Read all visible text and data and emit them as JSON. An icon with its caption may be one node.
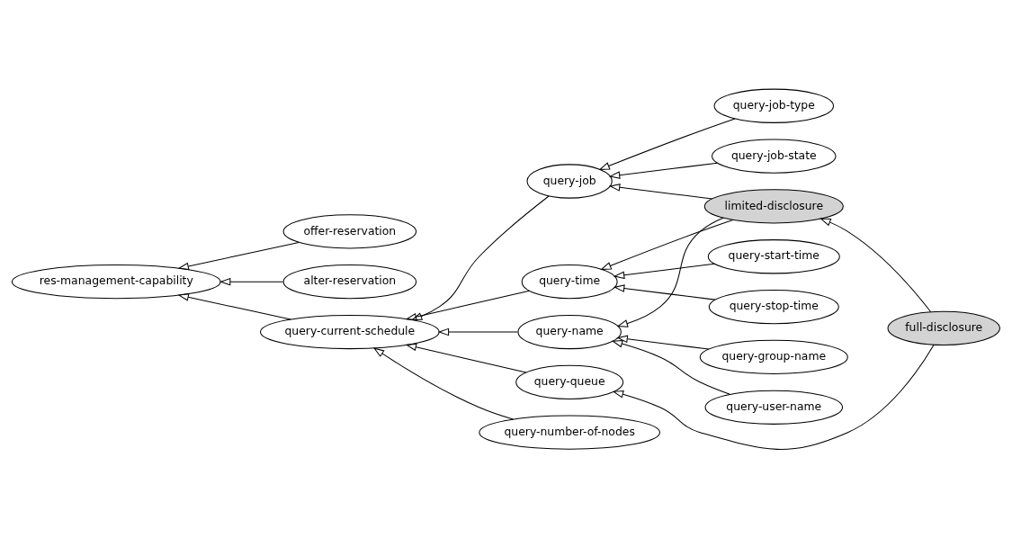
{
  "diagram": {
    "nodes": [
      {
        "text": [
          "res-management-capability"
        ]
      },
      {
        "text": [
          "offer-reservation"
        ]
      },
      {
        "text": [
          "alter-reservation"
        ]
      },
      {
        "text": [
          "query-current-schedule"
        ]
      },
      {
        "text": [
          "query-job"
        ]
      },
      {
        "text": [
          "query-time"
        ]
      },
      {
        "text": [
          "query-name"
        ]
      },
      {
        "text": [
          "query-queue"
        ]
      },
      {
        "text": [
          "query-number-of-nodes"
        ]
      },
      {
        "text": [
          "query-job-type"
        ]
      },
      {
        "text": [
          "query-job-state"
        ]
      },
      {
        "text": [
          "limited-disclosure"
        ]
      },
      {
        "text": [
          "query-start-time"
        ]
      },
      {
        "text": [
          "query-stop-time"
        ]
      },
      {
        "text": [
          "query-group-name"
        ]
      },
      {
        "text": [
          "query-user-name"
        ]
      },
      {
        "text": [
          "full-disclosure"
        ]
      }
    ],
    "edges": [
      {
        "from": 1,
        "to": 0,
        "arrow": "to"
      },
      {
        "from": 2,
        "to": 0,
        "arrow": "to"
      },
      {
        "from": 3,
        "to": 0,
        "arrow": "to"
      },
      {
        "from": 4,
        "to": 3,
        "arrow": "to"
      },
      {
        "from": 5,
        "to": 3,
        "arrow": "to"
      },
      {
        "from": 6,
        "to": 3,
        "arrow": "to"
      },
      {
        "from": 7,
        "to": 3,
        "arrow": "to"
      },
      {
        "from": 8,
        "to": 3,
        "arrow": "to"
      },
      {
        "from": 9,
        "to": 4,
        "arrow": "to"
      },
      {
        "from": 10,
        "to": 4,
        "arrow": "to"
      },
      {
        "from": 11,
        "to": 4,
        "arrow": "to"
      },
      {
        "from": 11,
        "to": 5,
        "arrow": "to"
      },
      {
        "from": 11,
        "to": 6,
        "arrow": "to"
      },
      {
        "from": 12,
        "to": 5,
        "arrow": "to"
      },
      {
        "from": 13,
        "to": 5,
        "arrow": "to"
      },
      {
        "from": 14,
        "to": 6,
        "arrow": "to"
      },
      {
        "from": 15,
        "to": 6,
        "arrow": "to"
      },
      {
        "from": 16,
        "to": 7,
        "arrow": "to"
      },
      {
        "from": 16,
        "to": 11,
        "arrow": "to"
      }
    ]
  }
}
